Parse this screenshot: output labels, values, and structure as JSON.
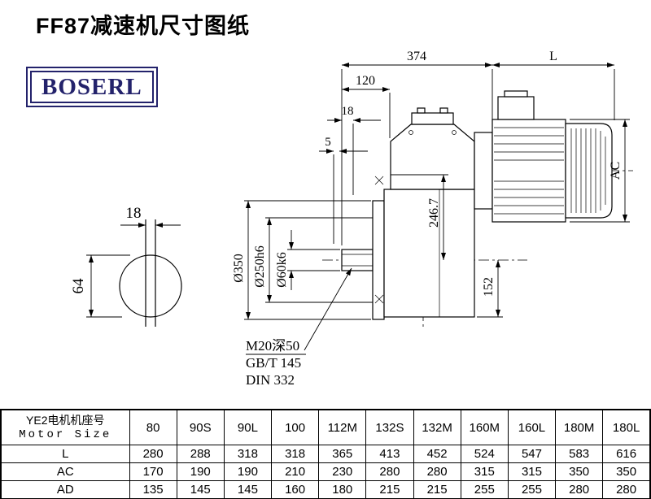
{
  "title": "FF87减速机尺寸图纸",
  "logo": "BOSERL",
  "dims": {
    "width374": "374",
    "lenL": "L",
    "d120": "120",
    "d18": "18",
    "d5": "5",
    "ac": "AC",
    "d246_7": "246.7",
    "d152": "152",
    "dia350": "Ø350",
    "dia250": "Ø250h6",
    "dia60": "Ø60k6",
    "key_width": "18",
    "key_height": "64",
    "tap": "M20深50",
    "std1": "GB/T 145",
    "std2": "DIN 332"
  },
  "table": {
    "header_cn": "YE2电机机座号",
    "header_en": "Motor Size",
    "columns": [
      "80",
      "90S",
      "90L",
      "100",
      "112M",
      "132S",
      "132M",
      "160M",
      "160L",
      "180M",
      "180L"
    ],
    "rows": [
      {
        "label": "L",
        "values": [
          "280",
          "288",
          "318",
          "318",
          "365",
          "413",
          "452",
          "524",
          "547",
          "583",
          "616"
        ]
      },
      {
        "label": "AC",
        "values": [
          "170",
          "190",
          "190",
          "210",
          "230",
          "280",
          "280",
          "315",
          "315",
          "350",
          "350"
        ]
      },
      {
        "label": "AD",
        "values": [
          "135",
          "145",
          "145",
          "160",
          "180",
          "215",
          "215",
          "255",
          "255",
          "280",
          "280"
        ]
      }
    ]
  }
}
